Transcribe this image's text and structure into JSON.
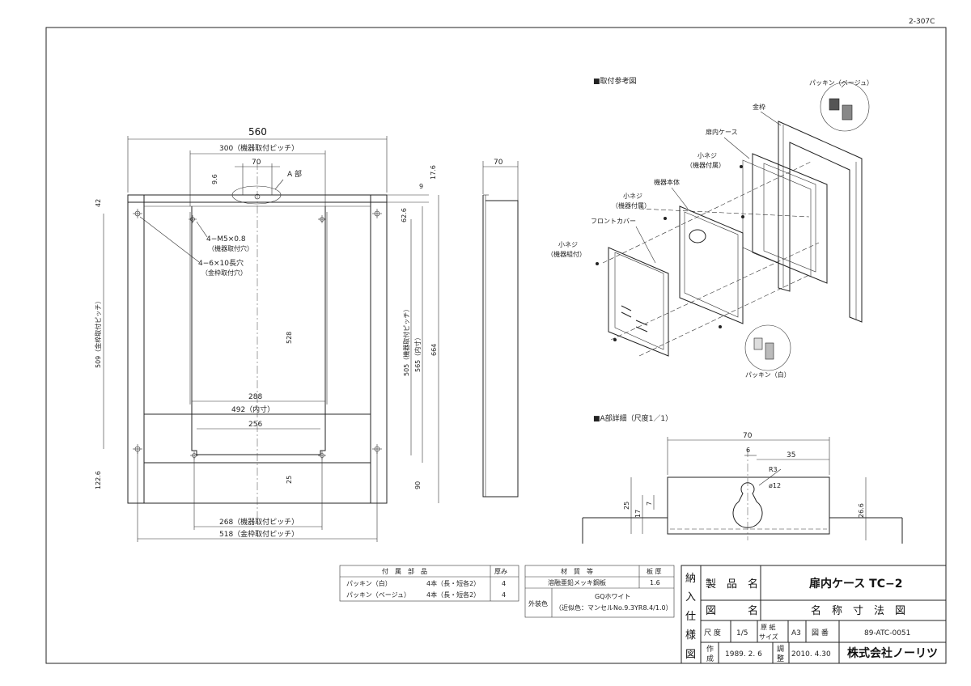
{
  "sheet_code": "2-307C",
  "front_view": {
    "dims": {
      "w560": "560",
      "w300": "300（機器取付ピッチ）",
      "w70": "70",
      "a_part": "A 部",
      "d9_6": "9.6",
      "d17_6": "17.6",
      "d9": "9",
      "d42": "42",
      "d62_6": "62.6",
      "hole_m5": "4−M5×0.8",
      "hole_m5_note": "（機器取付穴）",
      "hole_slot": "4−6×10長穴",
      "hole_slot_note": "（金枠取付穴）",
      "h528": "528",
      "h509": "509（金枠取付ピッチ）",
      "h505": "505（機器取付ピッチ）",
      "h565": "565（内寸）",
      "h664": "664",
      "w288": "288",
      "w492": "492（内寸）",
      "w256": "256",
      "d25": "25",
      "d122_6": "122.6",
      "d90": "90",
      "w268": "268（機器取付ピッチ）",
      "w518": "518（金枠取付ピッチ）"
    }
  },
  "side_view": {
    "depth": "70"
  },
  "reference": {
    "heading": "■取付参考図",
    "labels": {
      "packing_beige": "パッキン（ベージュ）",
      "metal_frame": "金枠",
      "door_case": "扉内ケース",
      "small_screw_a": "小ネジ",
      "small_screw_a_note": "（機器付属）",
      "unit_body": "機器本体",
      "small_screw_b": "小ネジ",
      "small_screw_b_note": "（機器付属）",
      "front_cover": "フロントカバー",
      "small_screw_c": "小ネジ",
      "small_screw_c_note": "（機器組付）",
      "packing_white": "パッキン（白）"
    }
  },
  "detail": {
    "heading": "■A部詳細（尺度1／1）",
    "dims": {
      "w70": "70",
      "d6": "6",
      "d35": "35",
      "r3": "R3",
      "phi12": "ø12",
      "h25": "25",
      "h17": "17",
      "h7": "7",
      "h26_6": "26.6"
    }
  },
  "parts_table": {
    "headers": [
      "付　属　部　品",
      "厚み"
    ],
    "rows": [
      {
        "name": "パッキン（白）",
        "qty": "4本（長・短各2）",
        "thk": "4"
      },
      {
        "name": "パッキン（ベージュ）",
        "qty": "4本（長・短各2）",
        "thk": "4"
      }
    ]
  },
  "material_table": {
    "headers": [
      "材　質　等",
      "板 厚"
    ],
    "material": "溶融亜鉛メッキ鋼板",
    "thickness": "1.6",
    "finish_label": "外装色",
    "finish_color": "GQホワイト",
    "finish_note": "（近似色：マンセルNo.9.3YR8.4/1.0）"
  },
  "title_block": {
    "side_label": [
      "納",
      "入",
      "仕",
      "様",
      "図"
    ],
    "product_label": "製　品　名",
    "product_name": "扉内ケース TC−2",
    "figure_label": "図　　　名",
    "figure_name": "名　称　寸　法　図",
    "scale_label": "尺 度",
    "scale": "1/5",
    "paper_label": "原 紙\nサイズ",
    "paper_top": "原 紙",
    "paper_bottom": "サイズ",
    "paper_size": "A3",
    "drawing_no_label": "図 番",
    "drawing_no": "89-ATC-0051",
    "made_label_top": "作",
    "made_label_bottom": "成",
    "made_date": "1989. 2. 6",
    "adj_label_top": "調",
    "adj_label_bottom": "整",
    "adj_date": "2010. 4.30",
    "company": "株式会社ノーリツ"
  }
}
